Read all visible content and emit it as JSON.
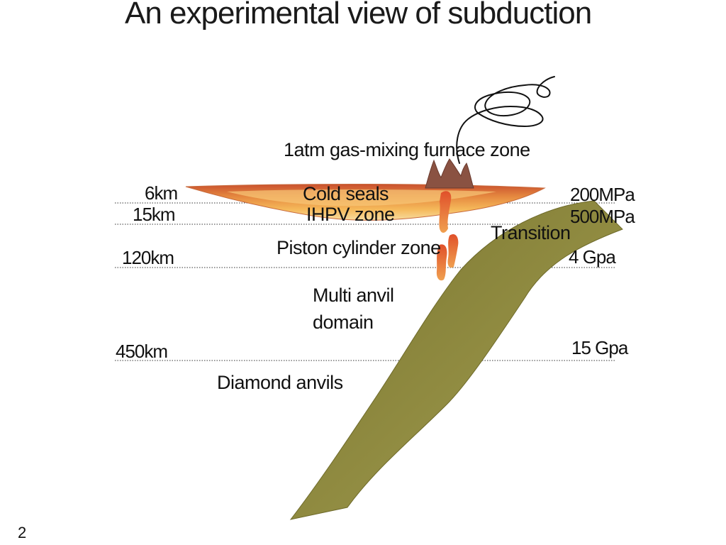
{
  "title": "An experimental view of subduction",
  "page_number": "2",
  "depths": {
    "d6": "6km",
    "d15": "15km",
    "d120": "120km",
    "d450": "450km"
  },
  "pressures": {
    "p200": "200MPa",
    "p500": "500MPa",
    "p4": "4 Gpa",
    "p15": "15 Gpa"
  },
  "zones": {
    "furnace": "1atm gas-mixing furnace zone",
    "cold_seals": "Cold seals",
    "ihpv": "IHPV zone",
    "piston": "Piston cylinder zone",
    "transition": "Transition",
    "multi_anvil_1": "Multi anvil",
    "multi_anvil_2": "domain",
    "diamond": "Diamond anvils"
  },
  "colors": {
    "slab_top": "#8a7f3a",
    "slab_bottom": "#9a9a48",
    "crust_dark": "#c8643a",
    "crust_light": "#f4c060",
    "volcano": "#8a5242",
    "magma": "#e2652c"
  }
}
